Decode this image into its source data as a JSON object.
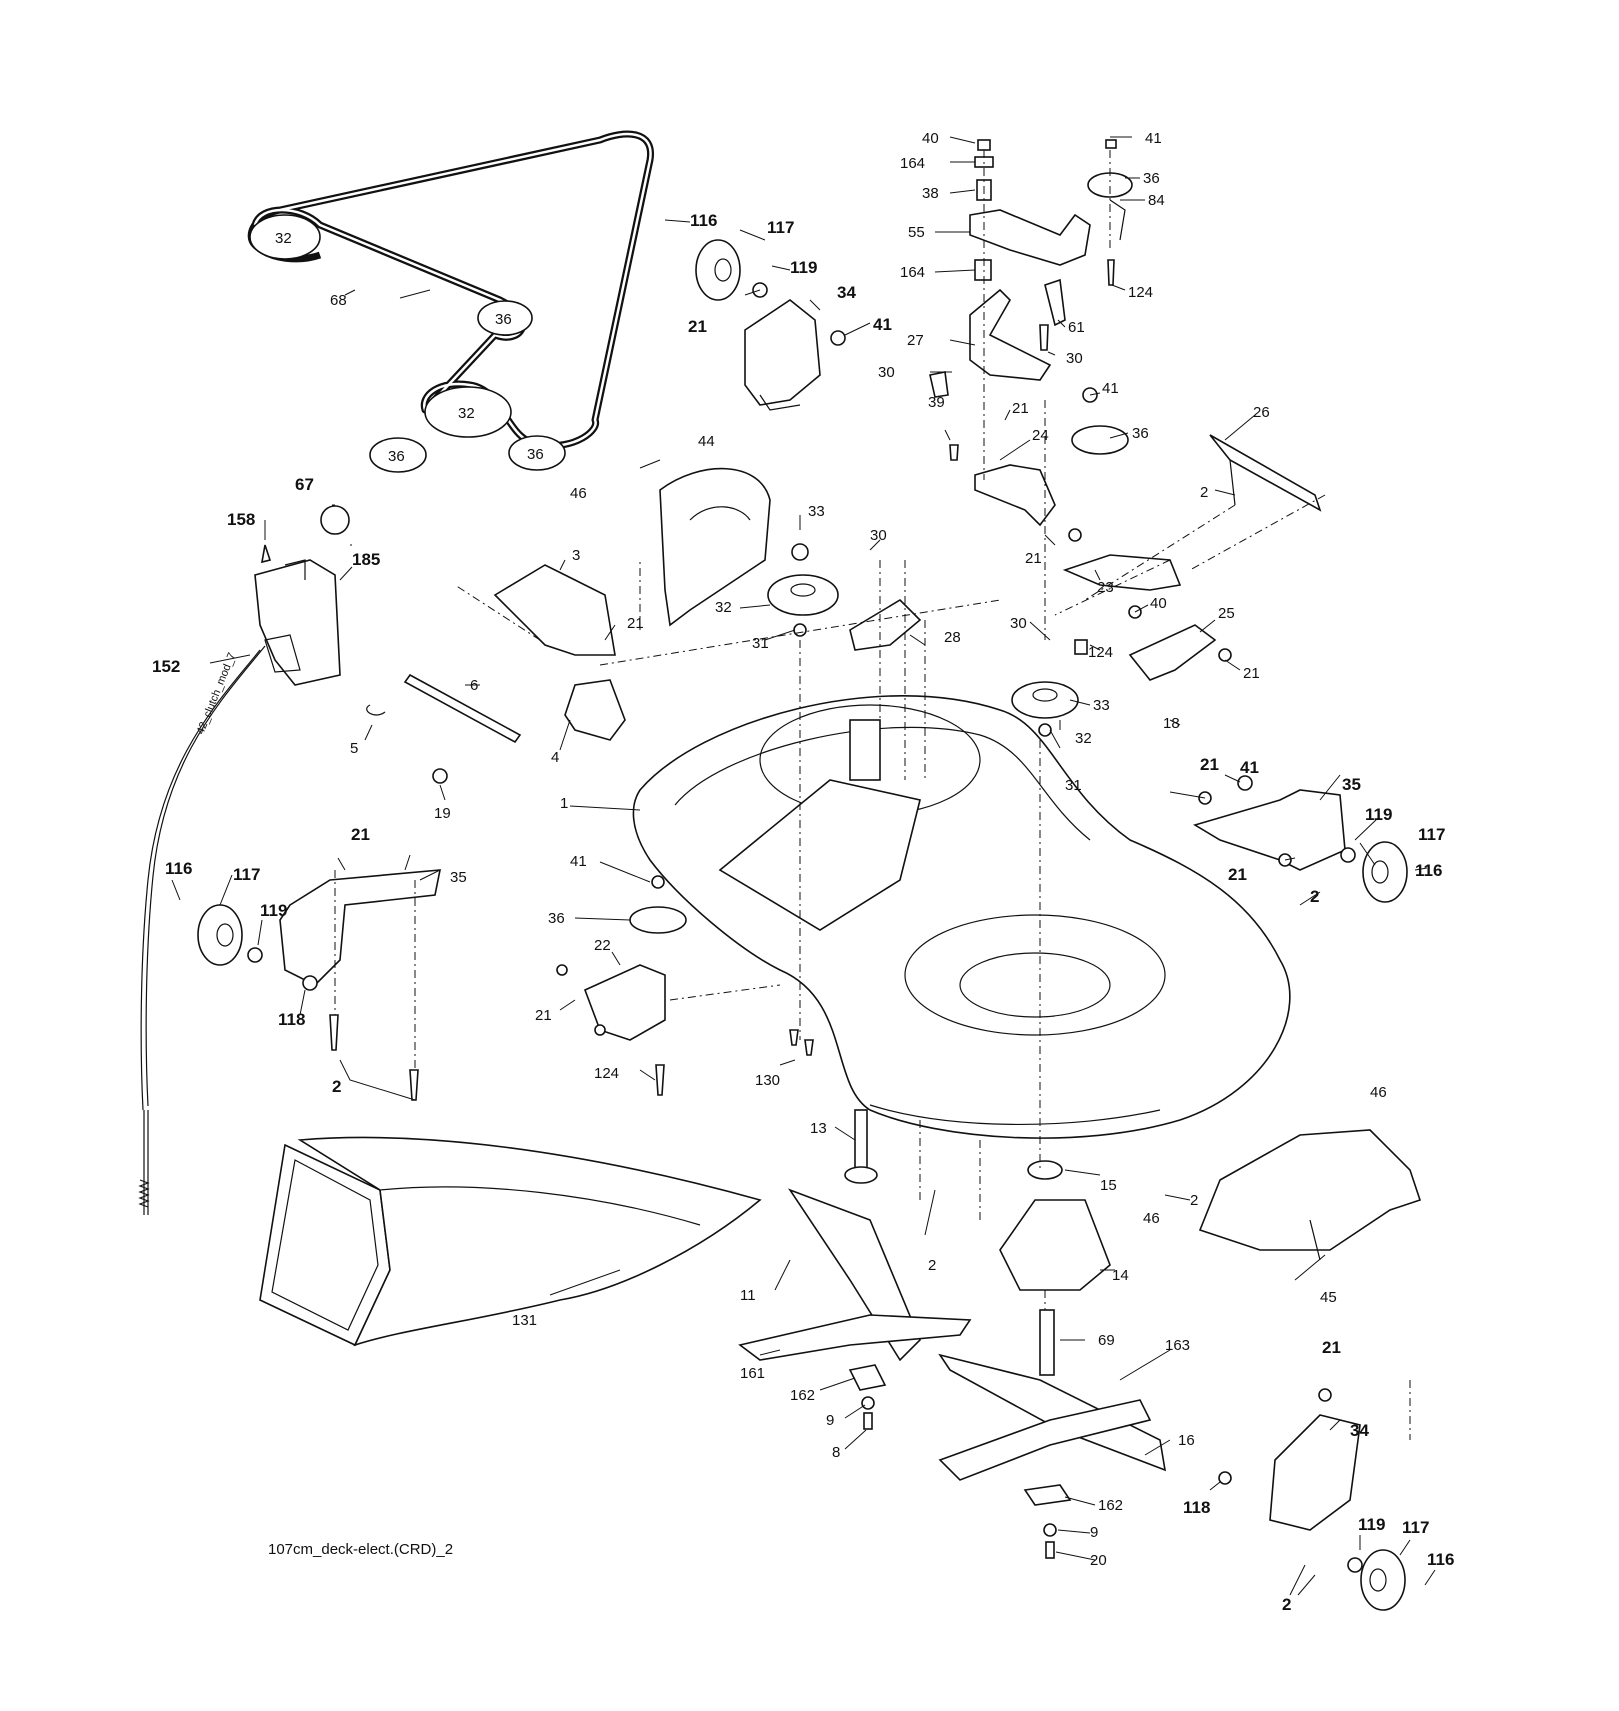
{
  "caption": "107cm_deck-elect.(CRD)_2",
  "callouts": [
    {
      "id": "c-40a",
      "label": "40",
      "big": false
    },
    {
      "id": "c-41a",
      "label": "41",
      "big": false
    },
    {
      "id": "c-164a",
      "label": "164",
      "big": false
    },
    {
      "id": "c-36a",
      "label": "36",
      "big": false
    },
    {
      "id": "c-38",
      "label": "38",
      "big": false
    },
    {
      "id": "c-84",
      "label": "84",
      "big": false
    },
    {
      "id": "c-55",
      "label": "55",
      "big": false
    },
    {
      "id": "c-164b",
      "label": "164",
      "big": false
    },
    {
      "id": "c-124a",
      "label": "124",
      "big": false
    },
    {
      "id": "c-61",
      "label": "61",
      "big": false
    },
    {
      "id": "c-27",
      "label": "27",
      "big": false
    },
    {
      "id": "c-30a",
      "label": "30",
      "big": false
    },
    {
      "id": "c-30b",
      "label": "30",
      "big": false
    },
    {
      "id": "c-41b",
      "label": "41",
      "big": false
    },
    {
      "id": "c-21a",
      "label": "21",
      "big": false
    },
    {
      "id": "c-39",
      "label": "39",
      "big": false
    },
    {
      "id": "c-36b",
      "label": "36",
      "big": false
    },
    {
      "id": "c-26",
      "label": "26",
      "big": false
    },
    {
      "id": "c-24",
      "label": "24",
      "big": false
    },
    {
      "id": "c-2a",
      "label": "2",
      "big": false
    },
    {
      "id": "c-21b",
      "label": "21",
      "big": false
    },
    {
      "id": "c-23",
      "label": "23",
      "big": false
    },
    {
      "id": "c-40b",
      "label": "40",
      "big": false
    },
    {
      "id": "c-25",
      "label": "25",
      "big": false
    },
    {
      "id": "c-30c",
      "label": "30",
      "big": false
    },
    {
      "id": "c-124b",
      "label": "124",
      "big": false
    },
    {
      "id": "c-21c",
      "label": "21",
      "big": false
    },
    {
      "id": "c-33a",
      "label": "33",
      "big": false
    },
    {
      "id": "c-18",
      "label": "18",
      "big": false
    },
    {
      "id": "c-32a",
      "label": "32",
      "big": false
    },
    {
      "id": "c-31a",
      "label": "31",
      "big": false
    },
    {
      "id": "c-116a",
      "label": "116",
      "big": true
    },
    {
      "id": "c-117a",
      "label": "117",
      "big": true
    },
    {
      "id": "c-119a",
      "label": "119",
      "big": true
    },
    {
      "id": "c-34a",
      "label": "34",
      "big": true
    },
    {
      "id": "c-21d",
      "label": "21",
      "big": true
    },
    {
      "id": "c-41c",
      "label": "41",
      "big": true
    },
    {
      "id": "c-68",
      "label": "68",
      "big": false
    },
    {
      "id": "c-67",
      "label": "67",
      "big": true
    },
    {
      "id": "c-158",
      "label": "158",
      "big": true
    },
    {
      "id": "c-185",
      "label": "185",
      "big": true
    },
    {
      "id": "c-152",
      "label": "152",
      "big": true
    },
    {
      "id": "c-46a",
      "label": "46",
      "big": false
    },
    {
      "id": "c-44",
      "label": "44",
      "big": false
    },
    {
      "id": "c-33b",
      "label": "33",
      "big": false
    },
    {
      "id": "c-30d",
      "label": "30",
      "big": false
    },
    {
      "id": "c-3",
      "label": "3",
      "big": false
    },
    {
      "id": "c-32b",
      "label": "32",
      "big": false
    },
    {
      "id": "c-28",
      "label": "28",
      "big": false
    },
    {
      "id": "c-31b",
      "label": "31",
      "big": false
    },
    {
      "id": "c-21e",
      "label": "21",
      "big": false
    },
    {
      "id": "c-6",
      "label": "6",
      "big": false
    },
    {
      "id": "c-5",
      "label": "5",
      "big": false
    },
    {
      "id": "c-4",
      "label": "4",
      "big": false
    },
    {
      "id": "c-19",
      "label": "19",
      "big": false
    },
    {
      "id": "c-1",
      "label": "1",
      "big": false
    },
    {
      "id": "c-21f",
      "label": "21",
      "big": true
    },
    {
      "id": "c-41d",
      "label": "41",
      "big": true
    },
    {
      "id": "c-35a",
      "label": "35",
      "big": true
    },
    {
      "id": "c-119b",
      "label": "119",
      "big": true
    },
    {
      "id": "c-117b",
      "label": "117",
      "big": true
    },
    {
      "id": "c-21g",
      "label": "21",
      "big": true
    },
    {
      "id": "c-116b",
      "label": "116",
      "big": true
    },
    {
      "id": "c-2b",
      "label": "2",
      "big": true
    },
    {
      "id": "c-21h",
      "label": "21",
      "big": true
    },
    {
      "id": "c-35b",
      "label": "35",
      "big": false
    },
    {
      "id": "c-116c",
      "label": "116",
      "big": true
    },
    {
      "id": "c-117c",
      "label": "117",
      "big": true
    },
    {
      "id": "c-119c",
      "label": "119",
      "big": true
    },
    {
      "id": "c-118a",
      "label": "118",
      "big": true
    },
    {
      "id": "c-2c",
      "label": "2",
      "big": true
    },
    {
      "id": "c-41e",
      "label": "41",
      "big": false
    },
    {
      "id": "c-36c",
      "label": "36",
      "big": false
    },
    {
      "id": "c-22",
      "label": "22",
      "big": false
    },
    {
      "id": "c-21i",
      "label": "21",
      "big": false
    },
    {
      "id": "c-124c",
      "label": "124",
      "big": false
    },
    {
      "id": "c-130",
      "label": "130",
      "big": false
    },
    {
      "id": "c-13",
      "label": "13",
      "big": false
    },
    {
      "id": "c-46b",
      "label": "46",
      "big": false
    },
    {
      "id": "c-2d",
      "label": "2",
      "big": false
    },
    {
      "id": "c-15",
      "label": "15",
      "big": false
    },
    {
      "id": "c-46c",
      "label": "46",
      "big": false
    },
    {
      "id": "c-2e",
      "label": "2",
      "big": false
    },
    {
      "id": "c-14",
      "label": "14",
      "big": false
    },
    {
      "id": "c-45",
      "label": "45",
      "big": false
    },
    {
      "id": "c-11",
      "label": "11",
      "big": false
    },
    {
      "id": "c-131",
      "label": "131",
      "big": false
    },
    {
      "id": "c-69",
      "label": "69",
      "big": false
    },
    {
      "id": "c-163",
      "label": "163",
      "big": false
    },
    {
      "id": "c-161",
      "label": "161",
      "big": false
    },
    {
      "id": "c-162a",
      "label": "162",
      "big": false
    },
    {
      "id": "c-9a",
      "label": "9",
      "big": false
    },
    {
      "id": "c-8",
      "label": "8",
      "big": false
    },
    {
      "id": "c-16",
      "label": "16",
      "big": false
    },
    {
      "id": "c-21j",
      "label": "21",
      "big": true
    },
    {
      "id": "c-34b",
      "label": "34",
      "big": true
    },
    {
      "id": "c-118b",
      "label": "118",
      "big": true
    },
    {
      "id": "c-162b",
      "label": "162",
      "big": false
    },
    {
      "id": "c-9b",
      "label": "9",
      "big": false
    },
    {
      "id": "c-20",
      "label": "20",
      "big": false
    },
    {
      "id": "c-119d",
      "label": "119",
      "big": true
    },
    {
      "id": "c-117d",
      "label": "117",
      "big": true
    },
    {
      "id": "c-116d",
      "label": "116",
      "big": true
    },
    {
      "id": "c-2f",
      "label": "2",
      "big": true
    }
  ],
  "belt_pulley_labels": [
    {
      "id": "bp-32a",
      "label": "32"
    },
    {
      "id": "bp-36a",
      "label": "36"
    },
    {
      "id": "bp-32b",
      "label": "32"
    },
    {
      "id": "bp-36b",
      "label": "36"
    },
    {
      "id": "bp-36c",
      "label": "36"
    }
  ],
  "cable_marking": "42_clutch_mod_7"
}
